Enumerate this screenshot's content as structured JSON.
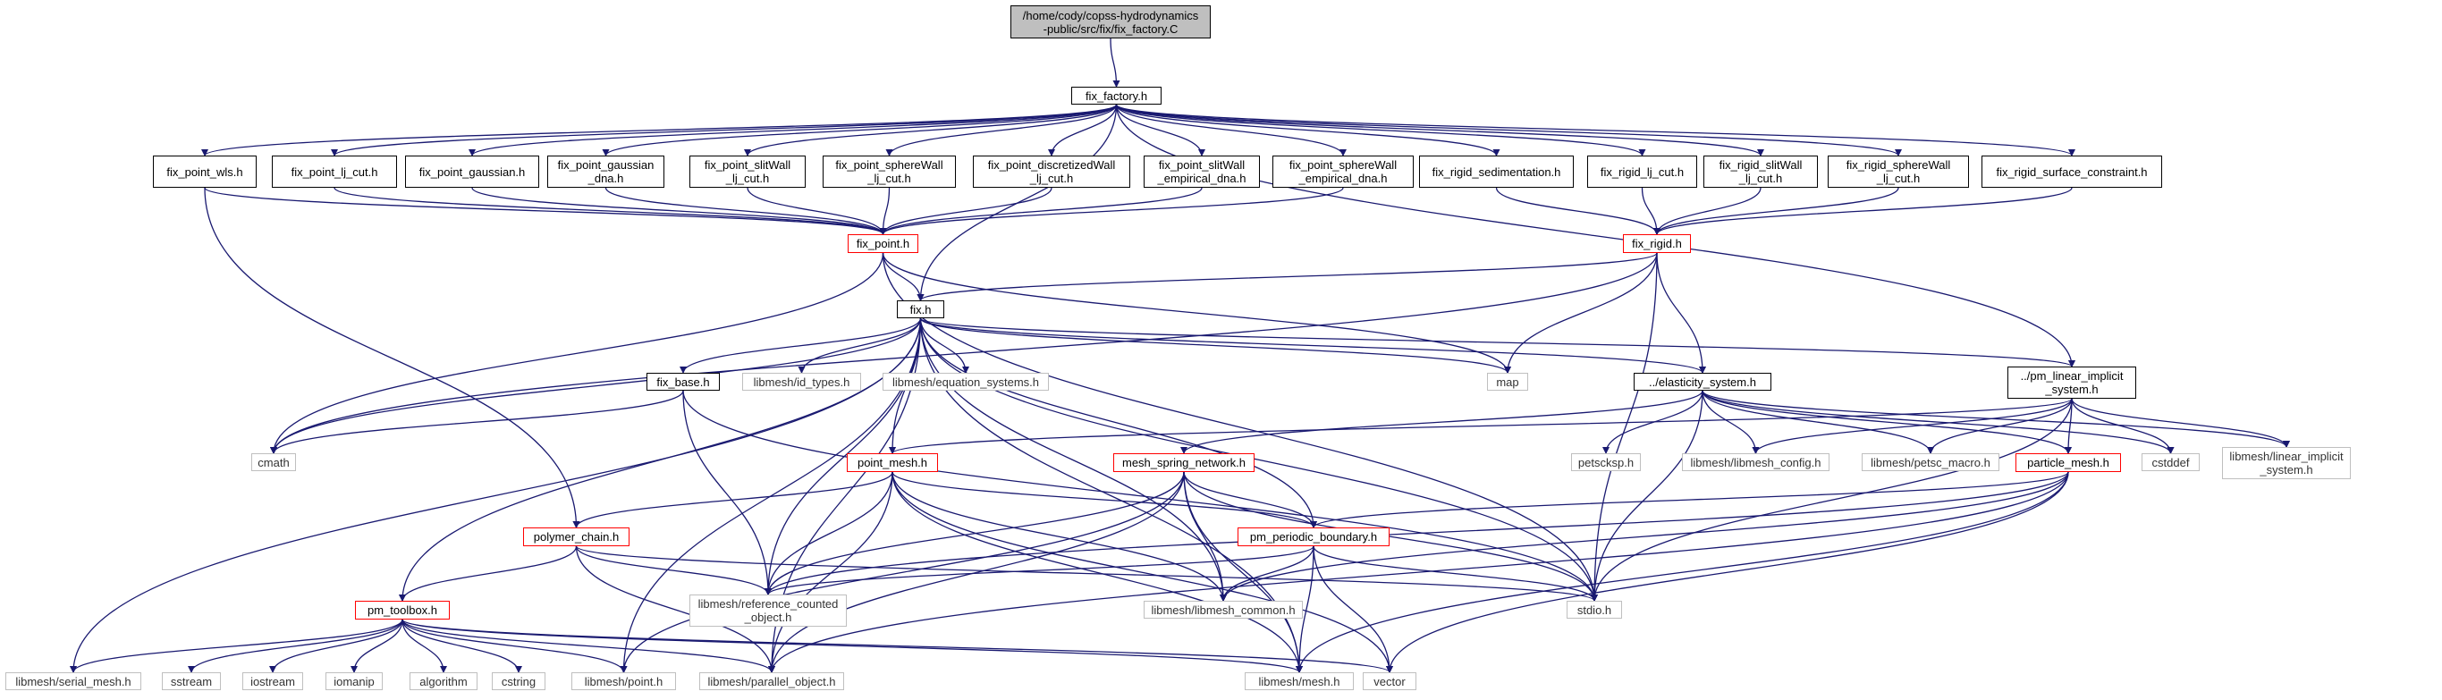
{
  "diagram": {
    "edge_color": "#191970",
    "nodes": {
      "root": "/home/cody/copss-hydrodynamics\n-public/src/fix/fix_factory.C",
      "fix_factory": "fix_factory.h",
      "fix_point_wls": "fix_point_wls.h",
      "fix_point_lj_cut": "fix_point_lj_cut.h",
      "fix_point_gaussian": "fix_point_gaussian.h",
      "fix_point_gaussian_dna": "fix_point_gaussian\n_dna.h",
      "fix_point_slitwall_lj_cut": "fix_point_slitWall\n_lj_cut.h",
      "fix_point_spherewall_lj_cut": "fix_point_sphereWall\n_lj_cut.h",
      "fix_point_discretizedwall_lj_cut": "fix_point_discretizedWall\n_lj_cut.h",
      "fix_point_slitwall_empirical_dna": "fix_point_slitWall\n_empirical_dna.h",
      "fix_point_spherewall_empirical_dna": "fix_point_sphereWall\n_empirical_dna.h",
      "fix_rigid_sedimentation": "fix_rigid_sedimentation.h",
      "fix_rigid_lj_cut": "fix_rigid_lj_cut.h",
      "fix_rigid_slitwall_lj_cut": "fix_rigid_slitWall\n_lj_cut.h",
      "fix_rigid_spherewall_lj_cut": "fix_rigid_sphereWall\n_lj_cut.h",
      "fix_rigid_surface_constraint": "fix_rigid_surface_constraint.h",
      "fix_point": "fix_point.h",
      "fix_rigid": "fix_rigid.h",
      "fix": "fix.h",
      "fix_base": "fix_base.h",
      "id_types": "libmesh/id_types.h",
      "equation_systems": "libmesh/equation_systems.h",
      "map": "map",
      "elasticity_system": "../elasticity_system.h",
      "pm_linear_implicit_system": "../pm_linear_implicit\n_system.h",
      "cmath": "cmath",
      "point_mesh": "point_mesh.h",
      "mesh_spring_network": "mesh_spring_network.h",
      "petscksp": "petscksp.h",
      "libmesh_config": "libmesh/libmesh_config.h",
      "petsc_macro": "libmesh/petsc_macro.h",
      "particle_mesh": "particle_mesh.h",
      "cstddef": "cstddef",
      "linear_implicit_system": "libmesh/linear_implicit\n_system.h",
      "polymer_chain": "polymer_chain.h",
      "pm_periodic_boundary": "pm_periodic_boundary.h",
      "pm_toolbox": "pm_toolbox.h",
      "reference_counted_object": "libmesh/reference_counted\n_object.h",
      "libmesh_common": "libmesh/libmesh_common.h",
      "stdio": "stdio.h",
      "serial_mesh": "libmesh/serial_mesh.h",
      "sstream": "sstream",
      "iostream": "iostream",
      "iomanip": "iomanip",
      "algorithm": "algorithm",
      "cstring": "cstring",
      "point": "libmesh/point.h",
      "parallel_object": "libmesh/parallel_object.h",
      "mesh": "libmesh/mesh.h",
      "vector": "vector"
    }
  }
}
